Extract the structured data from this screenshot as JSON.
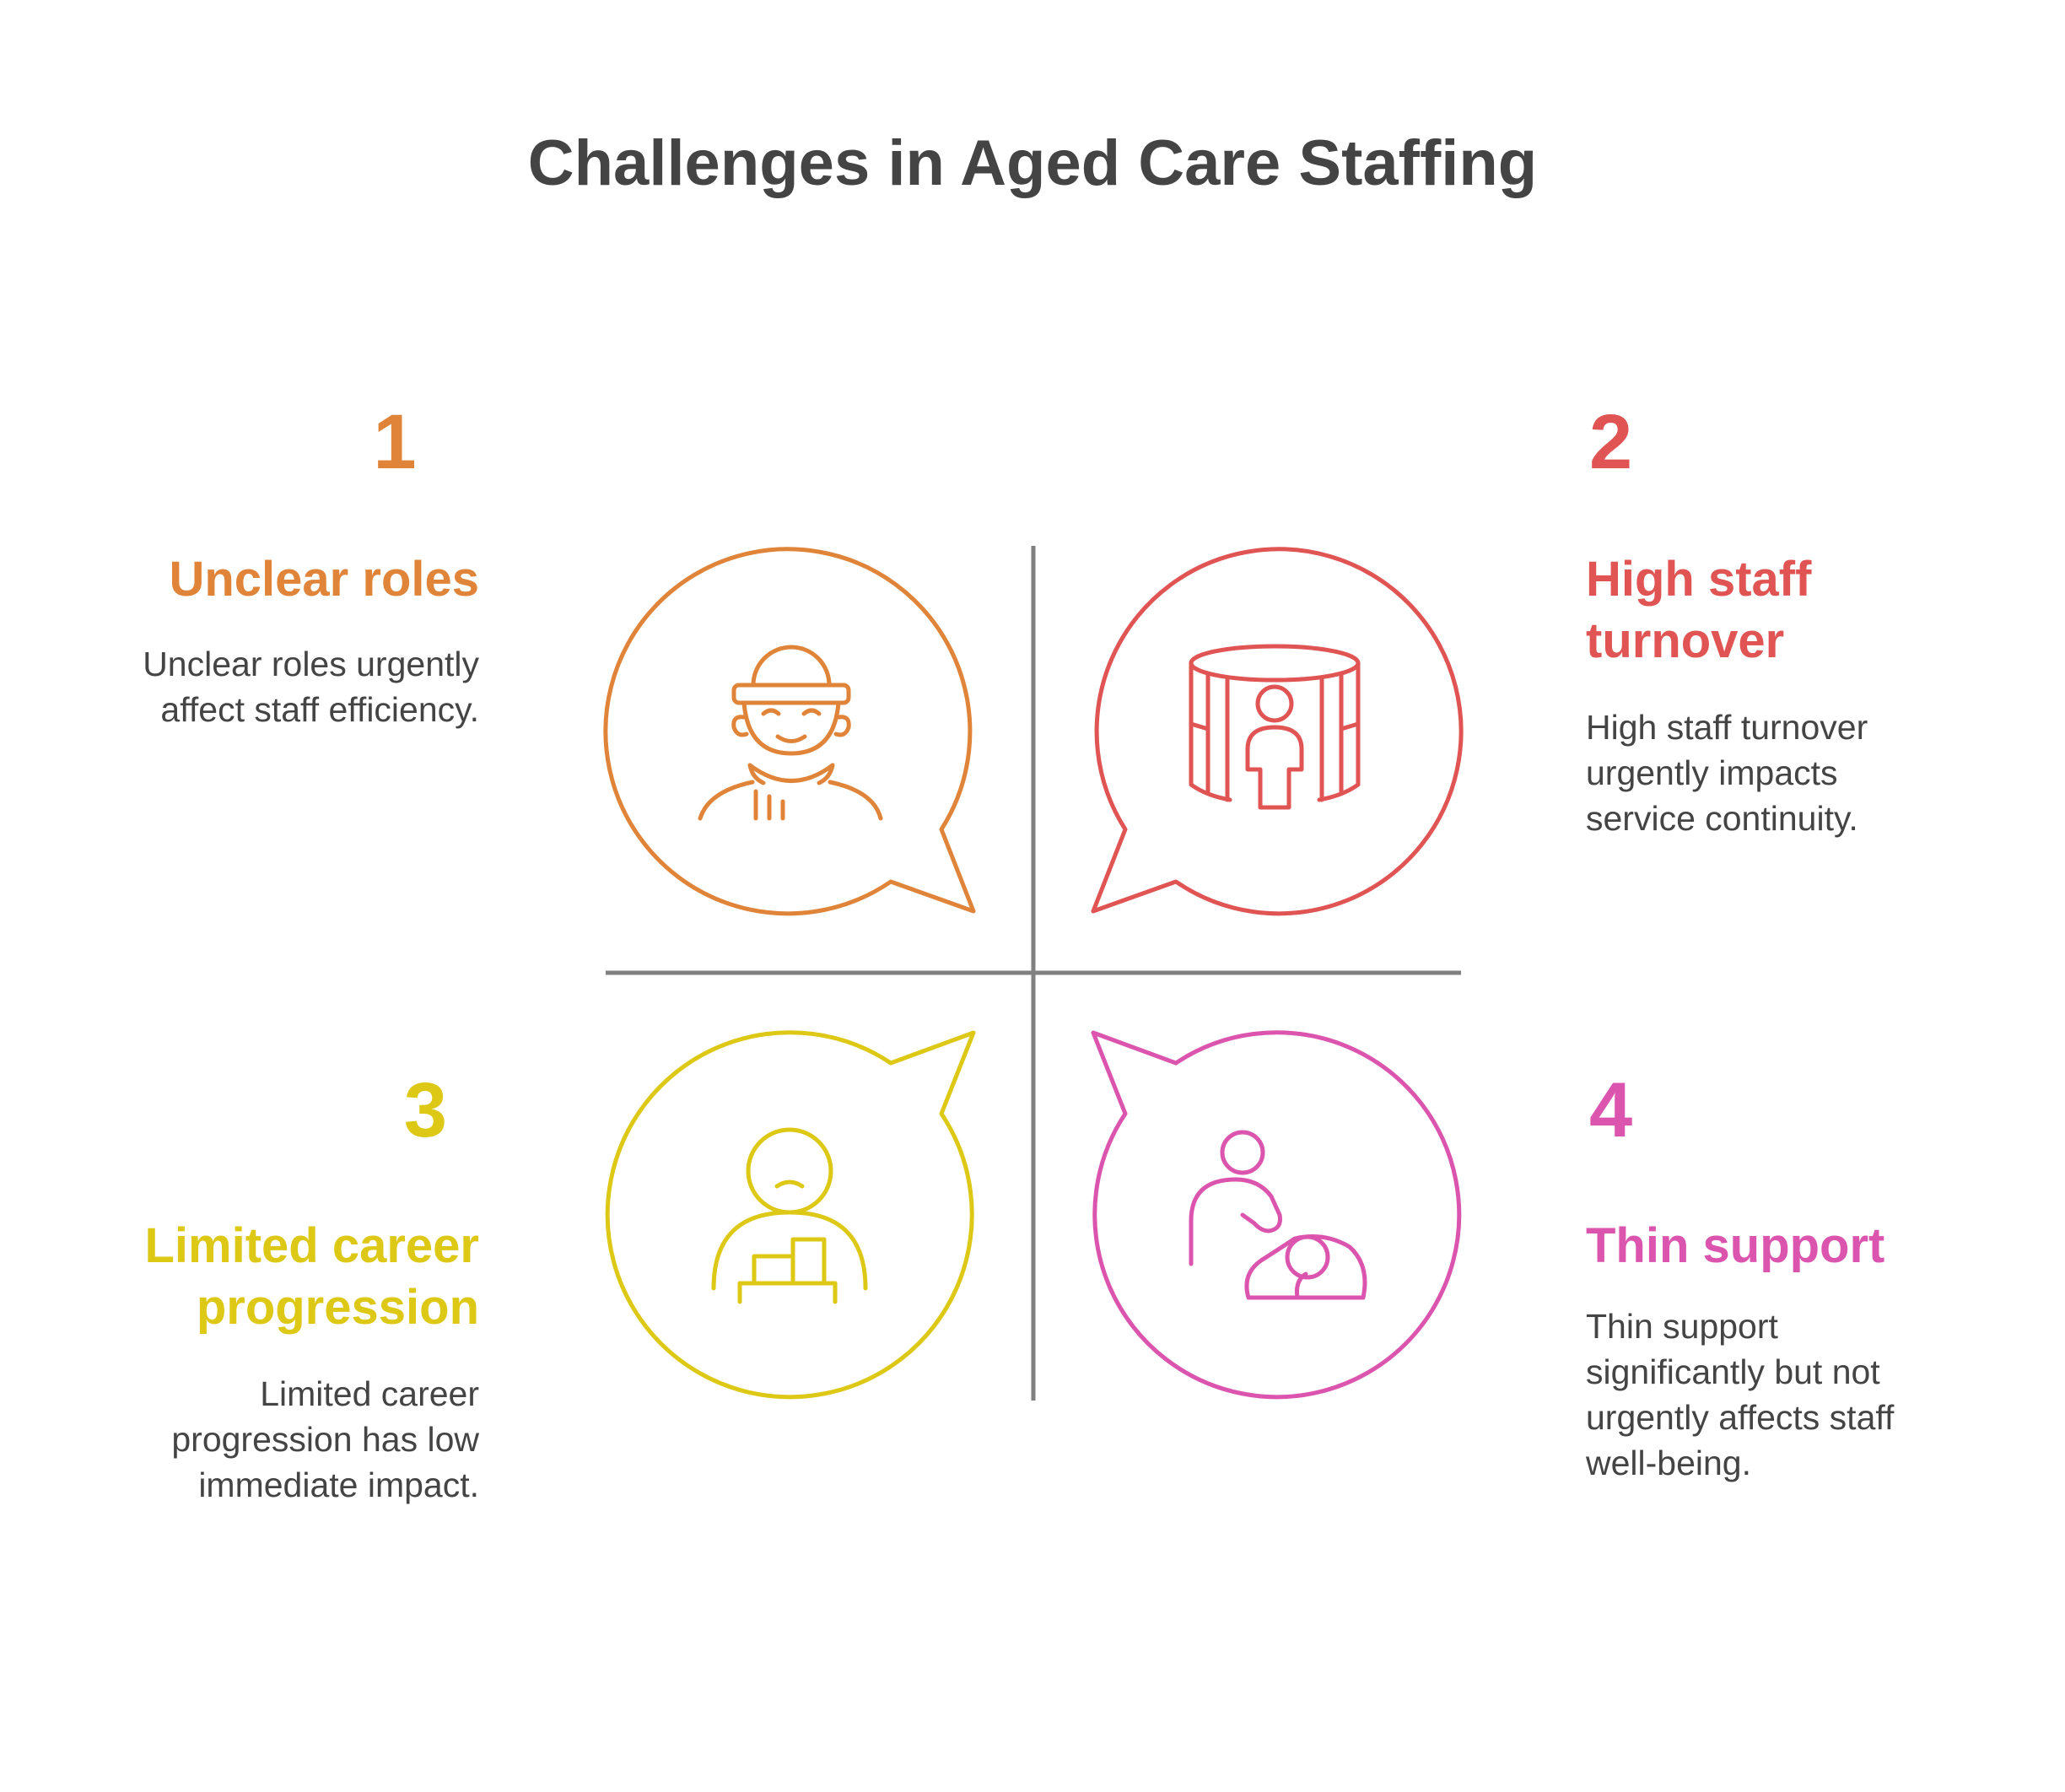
{
  "title": "Challenges in Aged Care Staffing",
  "colors": {
    "title": "#444444",
    "divider": "#808080",
    "text": "#444444"
  },
  "quadrants": [
    {
      "number": "1",
      "heading": "Unclear roles",
      "description": "Unclear roles urgently affect staff efficiency.",
      "color": "#E0843A",
      "icon": "worker-icon"
    },
    {
      "number": "2",
      "heading": "High staff turnover",
      "description": "High staff turnover urgently impacts service continuity.",
      "color": "#E05454",
      "icon": "revolving-door-person-icon"
    },
    {
      "number": "3",
      "heading": "Limited career progression",
      "description": "Limited career progression has low immediate impact.",
      "color": "#DDC816",
      "icon": "sad-person-steps-icon"
    },
    {
      "number": "4",
      "heading": "Thin support",
      "description": "Thin support significantly but not urgently affects staff well-being.",
      "color": "#DB55AF",
      "icon": "caregiver-patient-icon"
    }
  ]
}
